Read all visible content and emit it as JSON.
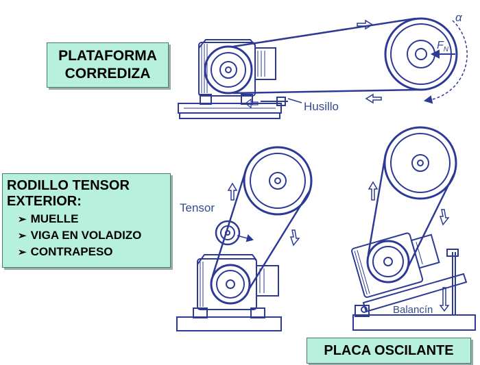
{
  "boxes": {
    "plataforma": [
      "PLATAFORMA",
      "CORREDIZA"
    ],
    "rodillo": {
      "title": [
        "RODILLO TENSOR",
        "EXTERIOR:"
      ],
      "items": [
        "MUELLE",
        "VIGA EN VOLADIZO",
        "CONTRAPESO"
      ]
    },
    "placa": "PLACA OSCILANTE"
  },
  "labels": {
    "husillo": "Husillo",
    "tensor": "Tensor",
    "balancin": "Balancín",
    "alpha": "α",
    "fn": "F",
    "fn_sub": "N"
  },
  "colors": {
    "line": "#2c3a96",
    "box_fill": "#b7f0dc",
    "box_border": "#4a7a6a"
  }
}
